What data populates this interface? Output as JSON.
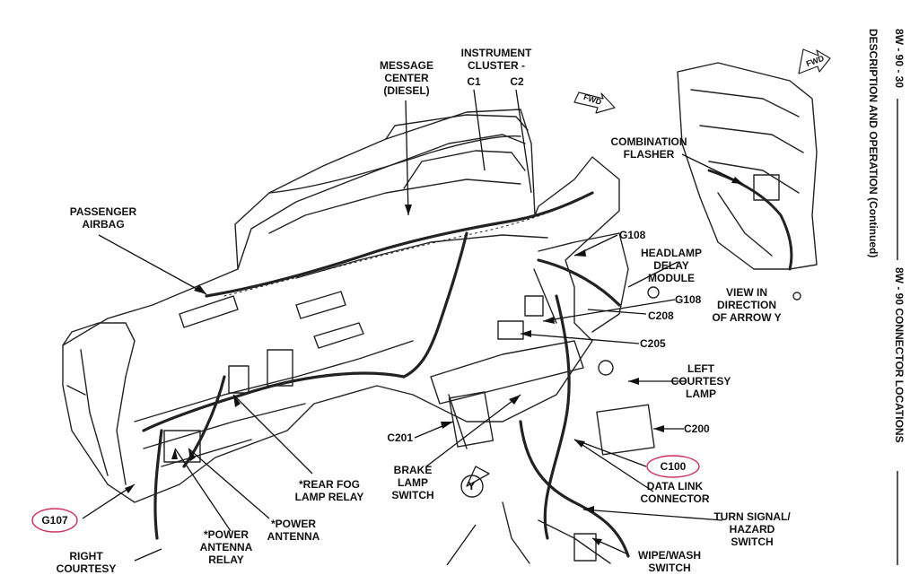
{
  "header": {
    "page_code": "8W - 90 - 30",
    "section": "DESCRIPTION AND OPERATION (Continued)",
    "group": "8W - 90 CONNECTOR LOCATIONS"
  },
  "labels": {
    "message_center": "MESSAGE\nCENTER\n(DIESEL)",
    "instrument_cluster": "INSTRUMENT\nCLUSTER -",
    "c1": "C1",
    "c2": "C2",
    "passenger_airbag": "PASSENGER\nAIRBAG",
    "combination_flasher": "COMBINATION\nFLASHER",
    "g108_top": "G108",
    "headlamp_delay": "HEADLAMP\nDELAY\nMODULE",
    "g108_mid": "G108",
    "c208": "C208",
    "c205": "C205",
    "view_in_direction": "VIEW IN\nDIRECTION\nOF ARROW Y",
    "left_courtesy_lamp": "LEFT\nCOURTESY\nLAMP",
    "c200": "C200",
    "c201": "C201",
    "c100": "C100",
    "data_link_connector": "DATA LINK\nCONNECTOR",
    "brake_lamp_switch": "BRAKE\nLAMP\nSWITCH",
    "rear_fog_lamp_relay": "*REAR FOG\nLAMP RELAY",
    "power_antenna": "*POWER\nANTENNA",
    "power_antenna_relay": "*POWER\nANTENNA\nRELAY",
    "g107": "G107",
    "right_courtesy": "RIGHT\nCOURTESY",
    "turn_signal": "TURN SIGNAL/\nHAZARD\nSWITCH",
    "wipe_wash": "WIPE/WASH\nSWITCH",
    "fwd_1": "FWD",
    "fwd_2": "FWD",
    "arrow_y": "Y"
  },
  "colors": {
    "ink": "#111111",
    "highlight_circle": "#d0305a"
  }
}
